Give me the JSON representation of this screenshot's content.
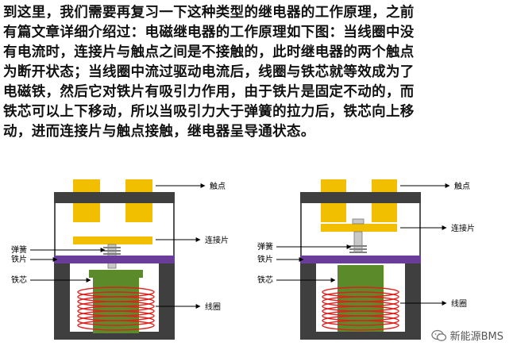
{
  "paragraph": "到这里，我们需要再复习一下这种类型的继电器的工作原理，之前\n有篇文章详细介绍过：电磁继电器的工作原理如下图：当线圈中没\n有电流时，连接片与触点之间是不接触的，此时继电器的两个触点\n为断开状态；当线圈中流过驱动电流后，线圈与铁芯就等效成为了\n电磁铁，然后它对铁片有吸引力作用，由于铁片是固定不动的，而\n铁芯可以上下移动，所以当吸引力大于弹簧的拉力后，铁芯向上移\n动，进而连接片与触点接触，继电器呈导通状态。",
  "left_diagram": {
    "contact": "触点",
    "link_plate": "连接片",
    "spring": "弹簧",
    "iron_plate": "铁片",
    "iron_core": "铁芯",
    "coil": "线圈"
  },
  "right_diagram": {
    "contact": "触点",
    "link_plate": "连接片",
    "spring": "弹簧",
    "iron_plate": "铁片",
    "iron_core": "铁芯",
    "coil": "线圈"
  },
  "watermark": "新能源BMS",
  "colors": {
    "frame": "#3f3f3f",
    "contact": "#f2be00",
    "iron_plate": "#6a3d9a",
    "core": "#5a8a2a",
    "coil": "#e0201c",
    "spring": "#909090"
  }
}
